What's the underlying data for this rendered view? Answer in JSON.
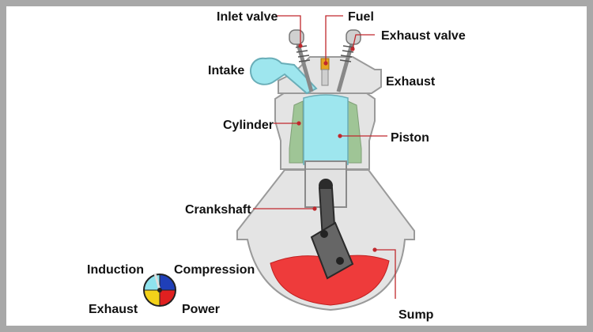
{
  "labels": {
    "inlet_valve": "Inlet valve",
    "fuel": "Fuel",
    "exhaust_valve": "Exhaust valve",
    "intake": "Intake",
    "exhaust": "Exhaust",
    "cylinder": "Cylinder",
    "piston": "Piston",
    "crankshaft": "Crankshaft",
    "sump": "Sump"
  },
  "cycle_indicator": {
    "induction": "Induction",
    "compression": "Compression",
    "exhaust": "Exhaust",
    "power": "Power"
  },
  "colors": {
    "block": "#e4e4e4",
    "outline": "#9a9a9a",
    "fresh_charge": "#9ee6ee",
    "cylinder_wall": "#9fc596",
    "oil": "#ee3b3b",
    "leader": "#c0282d",
    "cycle_induction": "#8fe3ee",
    "cycle_compression": "#1f3fb8",
    "cycle_power": "#e02020",
    "cycle_exhaust": "#f4d21a"
  }
}
